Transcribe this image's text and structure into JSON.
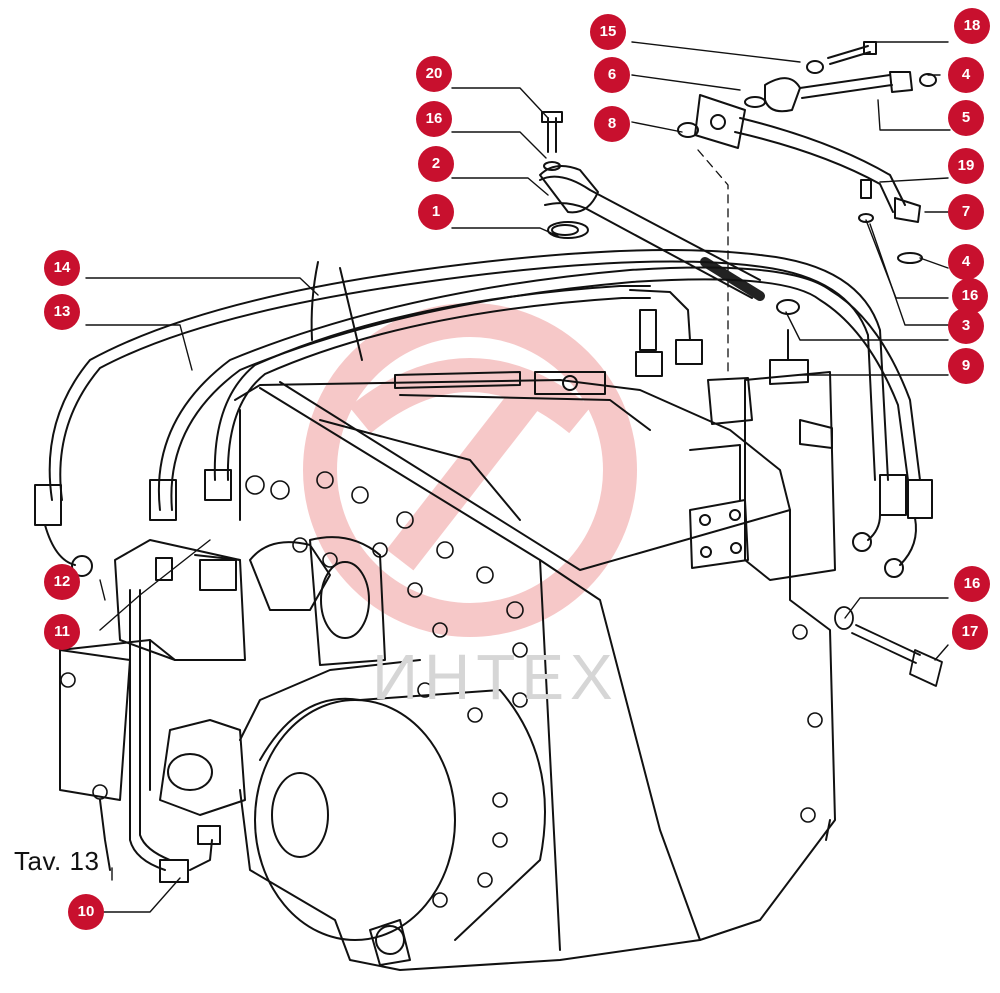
{
  "figure": {
    "caption": "Tav. 13",
    "watermark_text": "ИНТЕХ"
  },
  "colors": {
    "callout": "#c8102e",
    "line": "#111111",
    "watermark": "#f3b6b6"
  },
  "callouts": [
    {
      "id": "c15",
      "label": "15"
    },
    {
      "id": "c18",
      "label": "18"
    },
    {
      "id": "c20",
      "label": "20"
    },
    {
      "id": "c6",
      "label": "6"
    },
    {
      "id": "c4a",
      "label": "4"
    },
    {
      "id": "c16a",
      "label": "16"
    },
    {
      "id": "c8",
      "label": "8"
    },
    {
      "id": "c5",
      "label": "5"
    },
    {
      "id": "c2",
      "label": "2"
    },
    {
      "id": "c19",
      "label": "19"
    },
    {
      "id": "c1",
      "label": "1"
    },
    {
      "id": "c7",
      "label": "7"
    },
    {
      "id": "c14",
      "label": "14"
    },
    {
      "id": "c4b",
      "label": "4"
    },
    {
      "id": "c16b",
      "label": "16"
    },
    {
      "id": "c13",
      "label": "13"
    },
    {
      "id": "c3",
      "label": "3"
    },
    {
      "id": "c9",
      "label": "9"
    },
    {
      "id": "c12",
      "label": "12"
    },
    {
      "id": "c16c",
      "label": "16"
    },
    {
      "id": "c11",
      "label": "11"
    },
    {
      "id": "c17",
      "label": "17"
    },
    {
      "id": "c10",
      "label": "10"
    }
  ]
}
